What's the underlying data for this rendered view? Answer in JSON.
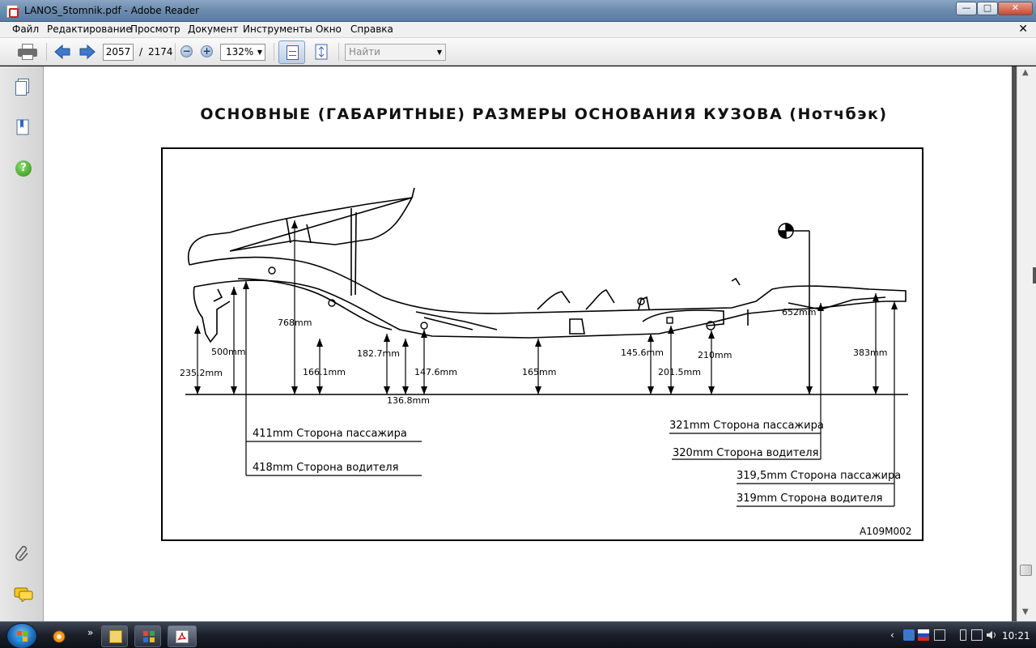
{
  "window": {
    "title": "LANOS_5tomnik.pdf - Adobe Reader",
    "min_glyph": "—",
    "max_glyph": "□",
    "close_glyph": "✕"
  },
  "menu": {
    "items": [
      "Файл",
      "Редактирование",
      "Просмотр",
      "Документ",
      "Инструменты",
      "Окно",
      "Справка"
    ],
    "doc_close_glyph": "✕"
  },
  "toolbar": {
    "page_current": "2057",
    "page_separator": "/",
    "page_total": "2174",
    "zoom_out_glyph": "−",
    "zoom_in_glyph": "+",
    "zoom_value": "132%",
    "search_placeholder": "Найти",
    "dropdown_glyph": "▼",
    "icons": [
      "print-icon",
      "previous-page-icon",
      "next-page-icon",
      "zoom-out-icon",
      "zoom-in-icon",
      "fit-width-icon",
      "fit-page-icon"
    ]
  },
  "left_panel": {
    "help_glyph": "?",
    "clip_glyph": "📎",
    "icons": [
      "pages-icon",
      "bookmarks-icon",
      "help-icon",
      "attachments-icon",
      "comments-icon"
    ]
  },
  "document": {
    "title": "ОСНОВНЫЕ  (ГАБАРИТНЫЕ)  РАЗМЕРЫ ОСНОВАНИЯ КУЗОВА  (Нотчбэк)",
    "figure_code": "A109M002",
    "dimensions": [
      "235.2mm",
      "500mm",
      "768mm",
      "166.1mm",
      "182.7mm",
      "147.6mm",
      "136.8mm",
      "165mm",
      "145.6mm",
      "201.5mm",
      "210mm",
      "652mm",
      "383mm"
    ],
    "callouts": [
      "411mm  Сторона пассажира",
      "418mm  Сторона водителя",
      "321mm  Сторона пассажира",
      "320mm  Сторона водителя",
      "319,5mm Сторона пассажира",
      "319mm  Сторона водителя"
    ]
  },
  "scrollbar": {
    "up_glyph": "▲",
    "down_glyph": "▼"
  },
  "taskbar": {
    "quicklaunch_glyph": "»",
    "tray_chevron": "‹",
    "clock": "10:21",
    "colors": {
      "start_orb": "#1e6fbf",
      "adobe_red": "#d41c1c"
    }
  }
}
